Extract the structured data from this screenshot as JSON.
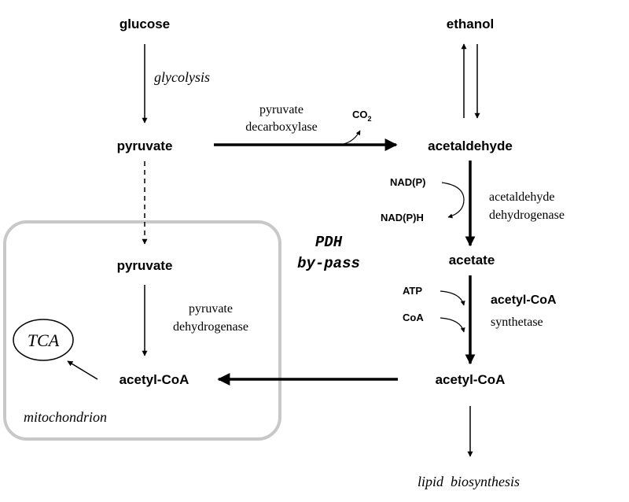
{
  "nodes": {
    "glucose": "glucose",
    "pyruvate_cyto": "pyruvate",
    "pyruvate_mito": "pyruvate",
    "acetyl_coa_mito": "acetyl-CoA",
    "tca": "TCA",
    "ethanol": "ethanol",
    "acetaldehyde": "acetaldehyde",
    "acetate": "acetate",
    "acetyl_coa_cyto": "acetyl-CoA",
    "lipid": "lipid  biosynthesis"
  },
  "labels": {
    "glycolysis": "glycolysis",
    "pdc_line1": "pyruvate",
    "pdc_line2": "decarboxylase",
    "co2": "CO",
    "co2_sub": "2",
    "nadp": "NAD(P)",
    "nadph": "NAD(P)H",
    "ald_line1": "acetaldehyde",
    "ald_line2": "dehydrogenase",
    "pdh_bypass_line1": "PDH",
    "pdh_bypass_line2": "by-pass",
    "atp": "ATP",
    "coa": "CoA",
    "acs_line1": "acetyl-CoA",
    "acs_line2": "synthetase",
    "pdh_line1": "pyruvate",
    "pdh_line2": "dehydrogenase",
    "mitochondrion": "mitochondrion"
  }
}
